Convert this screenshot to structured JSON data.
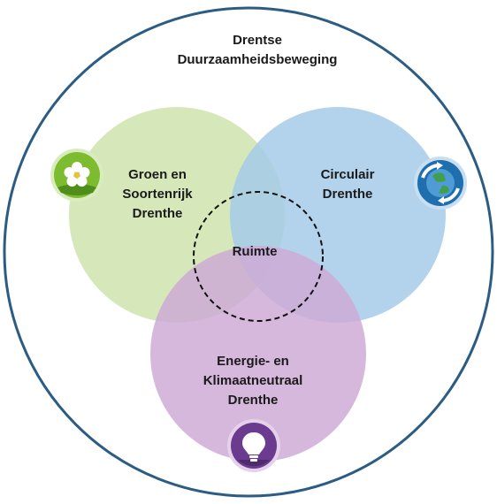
{
  "diagram": {
    "outer_title": "Drentse\nDuurzaamheidsbeweging",
    "circles": {
      "green": {
        "label": "Groen en\nSoortenrijk\nDrenthe",
        "color": "#c4dfa0",
        "icon": "flower-icon",
        "icon_color": "#7dbb2f"
      },
      "blue": {
        "label": "Circulair\nDrenthe",
        "color": "#9ec6e8",
        "icon": "recycle-globe-icon",
        "icon_color": "#1f6fae"
      },
      "purple": {
        "label": "Energie- en\nKlimaatneutraal\nDrenthe",
        "color": "#c9a4d1",
        "icon": "lightbulb-icon",
        "icon_color": "#6b3b8f"
      }
    },
    "center_label": "Ruimte",
    "outer_ring_color": "#2b5c84"
  }
}
